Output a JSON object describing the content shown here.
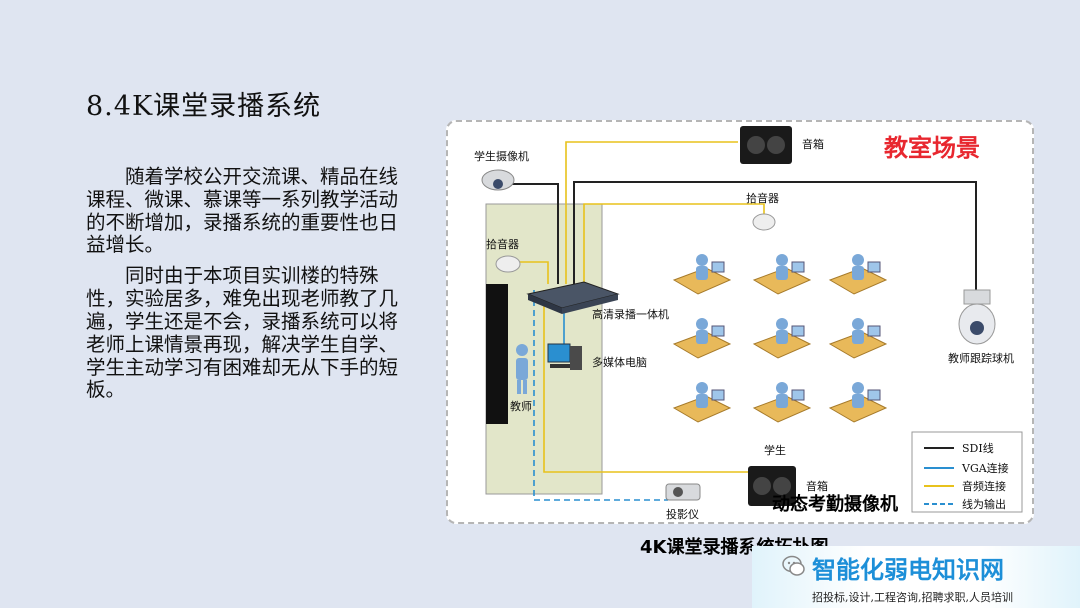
{
  "title": "8.4K课堂录播系统",
  "paragraphs": [
    "随着学校公开交流课、精品在线课程、微课、慕课等一系列教学活动的不断增加，录播系统的重要性也日益增长。",
    "同时由于本项目实训楼的特殊性，实验居多，难免出现老师教了几遍，学生还是不会，录播系统可以将老师上课情景再现，解决学生自学、学生主动学习有困难却无从下手的短板。"
  ],
  "diagram": {
    "scene_label": "教室场景",
    "labels": {
      "student_camera": "学生摄像机",
      "speaker_top": "音箱",
      "mic_top": "拾音器",
      "mic_left": "拾音器",
      "recorder": "高清录播一体机",
      "pc": "多媒体电脑",
      "teacher": "教师",
      "tracking_camera": "教师跟踪球机",
      "students": "学生",
      "speaker_bottom": "音箱",
      "projector": "投影仪"
    },
    "legend": [
      {
        "label": "SDI线",
        "color": "#222222",
        "style": "solid"
      },
      {
        "label": "VGA连接",
        "color": "#2a8fd0",
        "style": "solid"
      },
      {
        "label": "音频连接",
        "color": "#e8c21c",
        "style": "solid"
      },
      {
        "label": "线为输出",
        "color": "#2a8fd0",
        "style": "dashed"
      }
    ],
    "colors": {
      "sdi": "#222222",
      "vga": "#2a8fd0",
      "audio": "#e8c21c",
      "scene": "#e8272f"
    }
  },
  "overlay_caption": "动态考勤摄像机",
  "figure_caption": "4K课堂录播系统拓扑图",
  "watermark": {
    "main": "智能化弱电知识网",
    "sub": "招投标,设计,工程咨询,招聘求职,人员培训",
    "icon": "wechat-icon"
  }
}
